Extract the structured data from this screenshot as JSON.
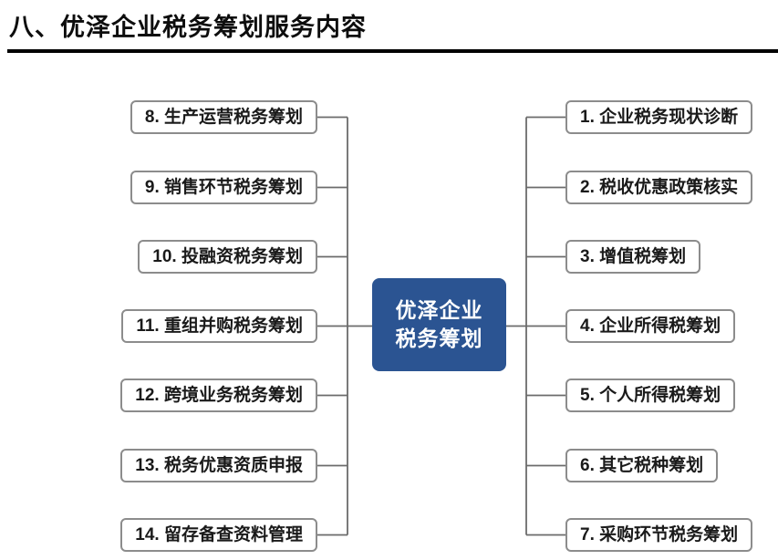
{
  "title": "八、优泽企业税务筹划服务内容",
  "center": {
    "line1": "优泽企业",
    "line2": "税务筹划"
  },
  "left_items": [
    {
      "label": "8. 生产运营税务筹划"
    },
    {
      "label": "9. 销售环节税务筹划"
    },
    {
      "label": "10. 投融资税务筹划"
    },
    {
      "label": "11. 重组并购税务筹划"
    },
    {
      "label": "12. 跨境业务税务筹划"
    },
    {
      "label": "13. 税务优惠资质申报"
    },
    {
      "label": "14. 留存备查资料管理"
    }
  ],
  "right_items": [
    {
      "label": "1. 企业税务现状诊断"
    },
    {
      "label": "2. 税收优惠政策核实"
    },
    {
      "label": "3. 增值税筹划"
    },
    {
      "label": "4. 企业所得税筹划"
    },
    {
      "label": "5. 个人所得税筹划"
    },
    {
      "label": "6. 其它税种筹划"
    },
    {
      "label": "7. 采购环节税务筹划"
    }
  ],
  "colors": {
    "center_bg": "#2b5492",
    "box_border": "#8c8c8c",
    "connector": "#6b6b6b",
    "title_text": "#0d0d0d"
  }
}
